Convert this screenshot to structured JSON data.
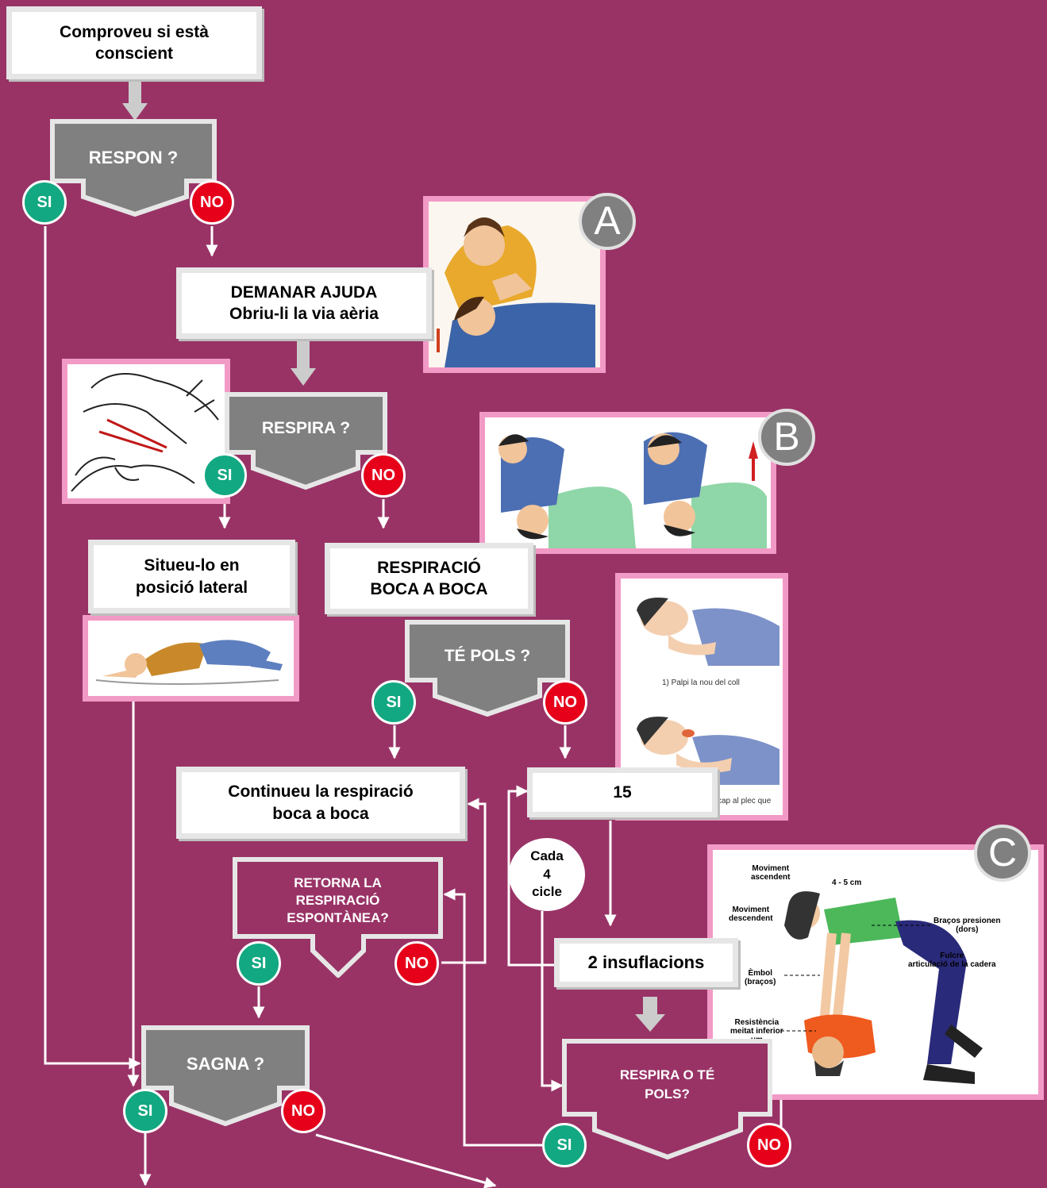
{
  "steps": {
    "check_conscious": [
      "Comproveu si està",
      "conscient"
    ],
    "call_help": [
      "DEMANAR AJUDA",
      "Obriu-li la via aèria"
    ],
    "lateral_position": [
      "Situeu-lo en",
      "posició lateral"
    ],
    "mouth_to_mouth": [
      "RESPIRACIÓ",
      "BOCA A BOCA"
    ],
    "continue_breathing": [
      "Continueu la respiració",
      "boca a boca"
    ],
    "compressions": "15",
    "insufflations": "2 insuflacions"
  },
  "decisions": {
    "responds": "RESPON ?",
    "breathes": "RESPIRA ?",
    "has_pulse": "TÉ POLS ?",
    "spontaneous": [
      "RETORNA LA",
      "RESPIRACIÓ",
      "ESPONTÀNEA?"
    ],
    "bleeds": "SAGNA ?",
    "breathes_or_pulse": [
      "RESPIRA O TÉ",
      "POLS?"
    ]
  },
  "answers": {
    "yes": "SI",
    "no": "NO"
  },
  "cycle_note": [
    "Cada",
    "4",
    "cicle"
  ],
  "image_markers": [
    "A",
    "B",
    "C"
  ],
  "figure_captions": {
    "pulse_step1": "1) Palpi la nou del coll",
    "pulse_step2": "cap al plec que"
  },
  "cpr_figure_labels": {
    "up": [
      "Moviment",
      "ascendent"
    ],
    "depth": "4 - 5 cm",
    "down": [
      "Moviment",
      "descendent"
    ],
    "arms_press": [
      "Braços presionen",
      "(dors)"
    ],
    "fulcrum": [
      "Fulcre",
      "articulació de la cadera"
    ],
    "piston": [
      "Èmbol",
      "(braços)"
    ],
    "resistance": [
      "Resistència",
      "meitat inferior",
      "um"
    ]
  },
  "colors": {
    "background": "#993366",
    "decision_fill": "#808080",
    "connector": "#e6e6e6",
    "yes": "#12a882",
    "no": "#e6001a",
    "photo_frame": "#f29ac6"
  }
}
